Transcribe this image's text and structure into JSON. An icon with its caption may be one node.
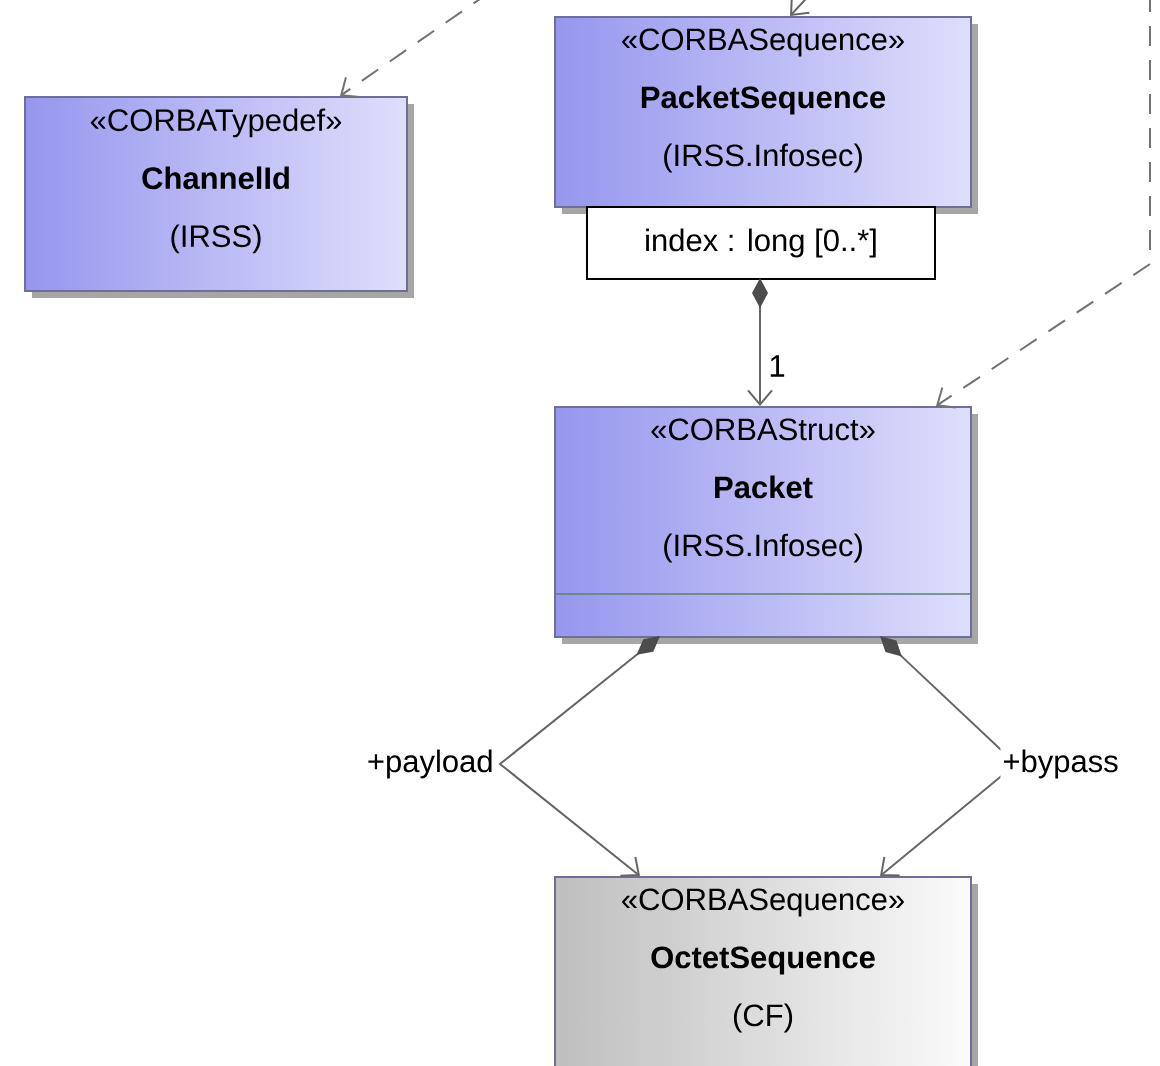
{
  "diagram": {
    "nodes": [
      {
        "text": [
          "«CORBATypedef»",
          "ChannelId",
          "(IRSS)"
        ]
      },
      {
        "text": [
          "«CORBASequence»",
          "PacketSequence",
          "(IRSS.Infosec)"
        ]
      },
      {
        "text": [
          "index : long [0..*]"
        ]
      },
      {
        "text": [
          "«CORBAStruct»",
          "Packet",
          "(IRSS.Infosec)"
        ]
      },
      {
        "text": [
          "«CORBASequence»",
          "OctetSequence",
          "(CF)"
        ]
      }
    ],
    "edges": [
      {
        "from": null,
        "to": 0,
        "arrow": "to",
        "style": "dashed"
      },
      {
        "from": null,
        "to": 1,
        "arrow": "to"
      },
      {
        "from": null,
        "to": 3,
        "arrow": "to",
        "style": "dashed"
      },
      {
        "from": 2,
        "to": 3,
        "arrow": "to",
        "label": "1"
      },
      {
        "from": 3,
        "to": 4,
        "arrow": "to",
        "label": "+payload"
      },
      {
        "from": 3,
        "to": 4,
        "arrow": "to",
        "label": "+bypass"
      }
    ]
  }
}
